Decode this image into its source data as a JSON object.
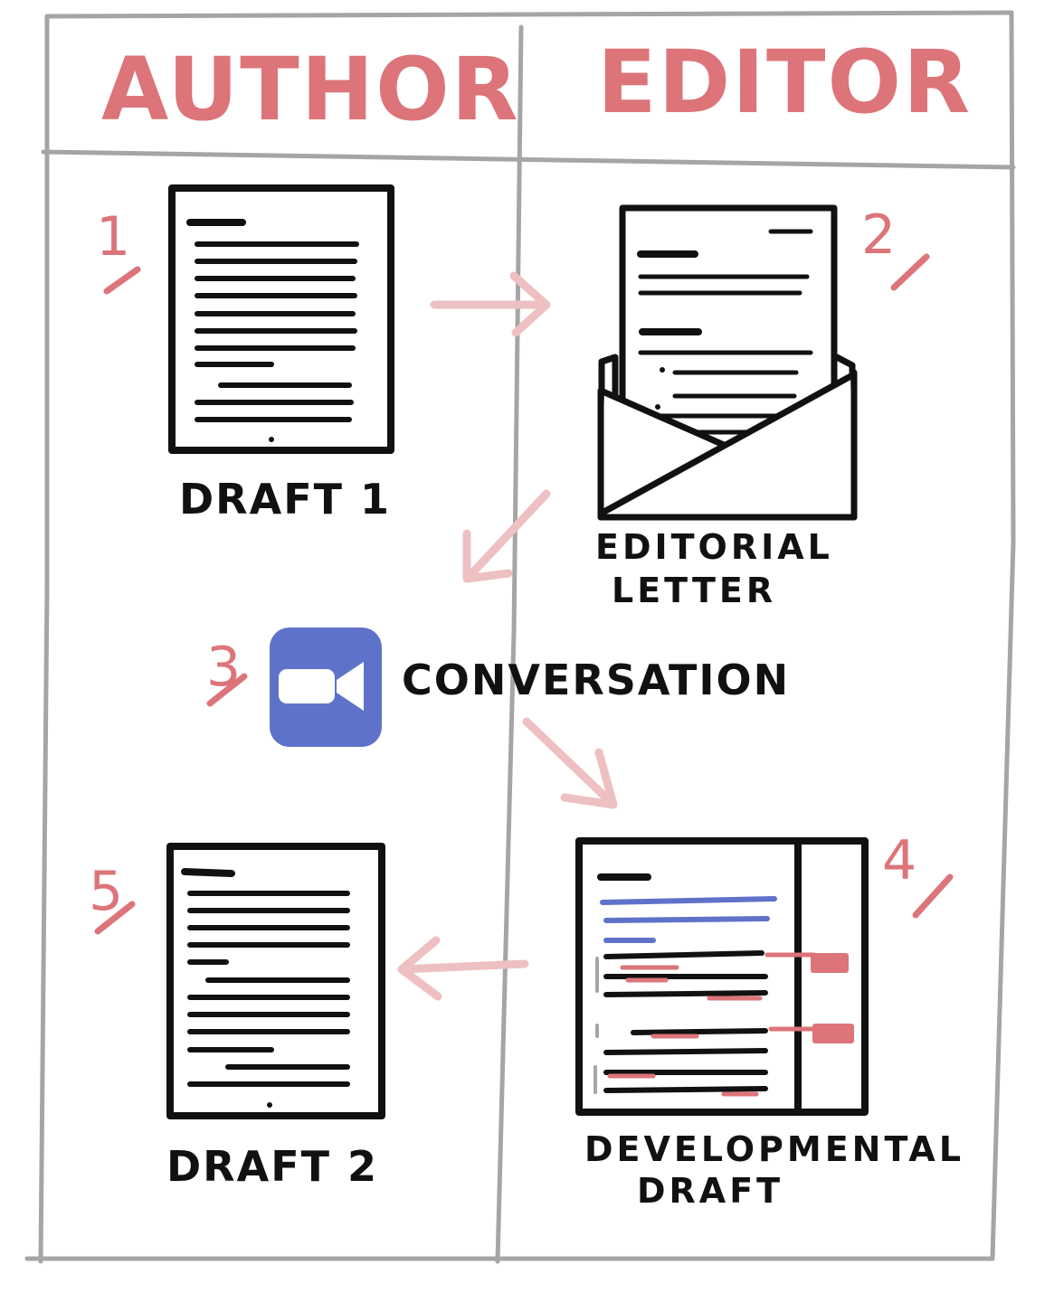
{
  "headers": {
    "author": "AUTHOR",
    "editor": "EDITOR"
  },
  "steps": [
    {
      "number": "1",
      "caption": "DRAFT 1"
    },
    {
      "number": "2",
      "caption_line1": "EDITORIAL",
      "caption_line2": "LETTER"
    },
    {
      "number": "3",
      "caption": "CONVERSATION"
    },
    {
      "number": "4",
      "caption_line1": "DEVELOPMENTAL",
      "caption_line2": "DRAFT"
    },
    {
      "number": "5",
      "caption": "DRAFT 2"
    }
  ],
  "icons": {
    "draft1": "document-icon",
    "letter": "envelope-letter-icon",
    "conversation": "video-camera-icon",
    "developmental": "document-with-comments-icon",
    "draft2": "document-icon"
  },
  "colors": {
    "heading": "#dc7479",
    "arrow": "#eec0c1",
    "grid": "#a5a5a5",
    "ink": "#111111",
    "video": "#5f72c9",
    "highlight_blue": "#5f72c9",
    "highlight_red": "#dc7479"
  }
}
